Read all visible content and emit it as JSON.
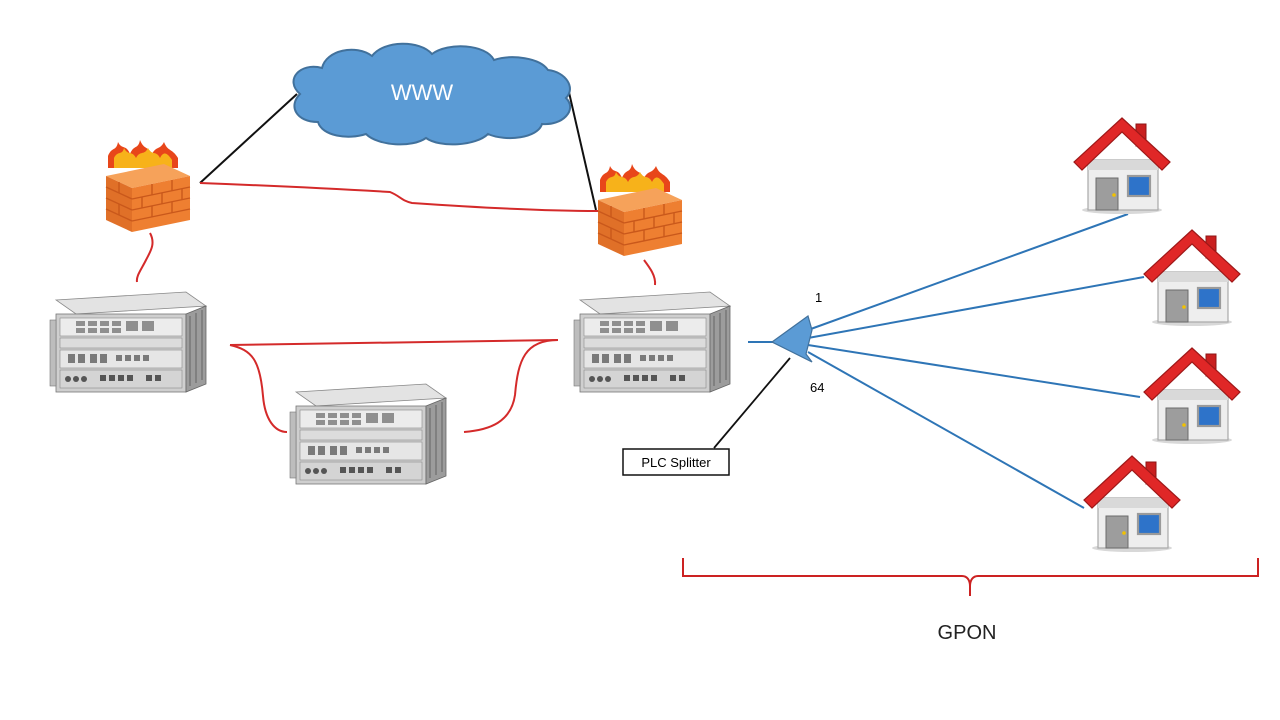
{
  "cloud": {
    "label": "WWW",
    "icon": "cloud-icon",
    "color": "#5b9bd5"
  },
  "splitter": {
    "label": "PLC Splitter",
    "port_first": "1",
    "port_last": "64",
    "color": "#5b9bd5"
  },
  "brace": {
    "label": "GPON",
    "color": "#cc2222"
  },
  "links": {
    "red": "#d42a2a",
    "black": "#111111",
    "blue": "#2e75b6"
  },
  "icons": {
    "firewall": "firewall-icon",
    "olt": "olt-chassis-icon",
    "house": "house-icon"
  }
}
